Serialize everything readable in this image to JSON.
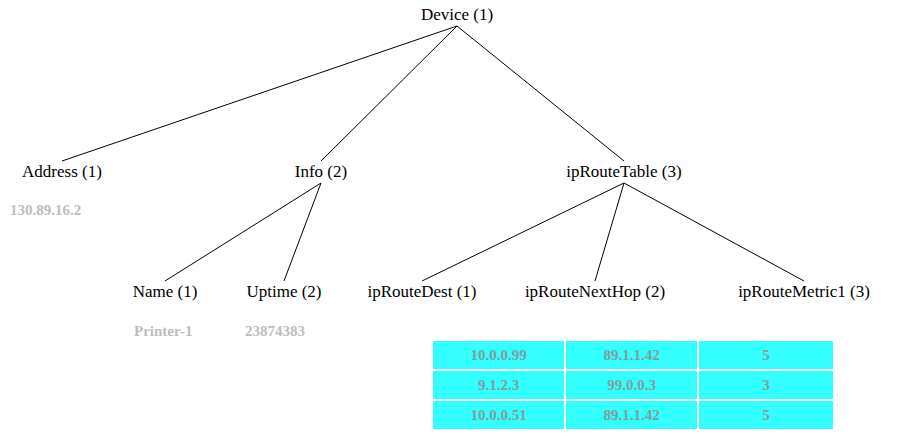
{
  "diagram": {
    "nodes": [
      {
        "text": [
          "Device (1)"
        ]
      },
      {
        "text": [
          "Address (1)"
        ]
      },
      {
        "text": [
          "Info (2)"
        ]
      },
      {
        "text": [
          "ipRouteTable (3)"
        ]
      },
      {
        "text": [
          "Name (1)"
        ]
      },
      {
        "text": [
          "Uptime (2)"
        ]
      },
      {
        "text": [
          "ipRouteDest (1)"
        ]
      },
      {
        "text": [
          "ipRouteNextHop (2)"
        ]
      },
      {
        "text": [
          "ipRouteMetric1 (3)"
        ]
      }
    ],
    "edges": [
      {
        "from": 0,
        "to": 1,
        "arrow": "none"
      },
      {
        "from": 0,
        "to": 2,
        "arrow": "none"
      },
      {
        "from": 0,
        "to": 3,
        "arrow": "none"
      },
      {
        "from": 2,
        "to": 4,
        "arrow": "none"
      },
      {
        "from": 2,
        "to": 5,
        "arrow": "none"
      },
      {
        "from": 3,
        "to": 6,
        "arrow": "none"
      },
      {
        "from": 3,
        "to": 7,
        "arrow": "none"
      },
      {
        "from": 3,
        "to": 8,
        "arrow": "none"
      }
    ],
    "labels": [
      "130.89.16.2",
      "Printer-1",
      "23874383",
      "10.0.0.99",
      "89.1.1.42",
      "5",
      "9.1.2.3",
      "99.0.0.3",
      "3",
      "10.0.0.51",
      "89.1.1.42",
      "5"
    ]
  }
}
